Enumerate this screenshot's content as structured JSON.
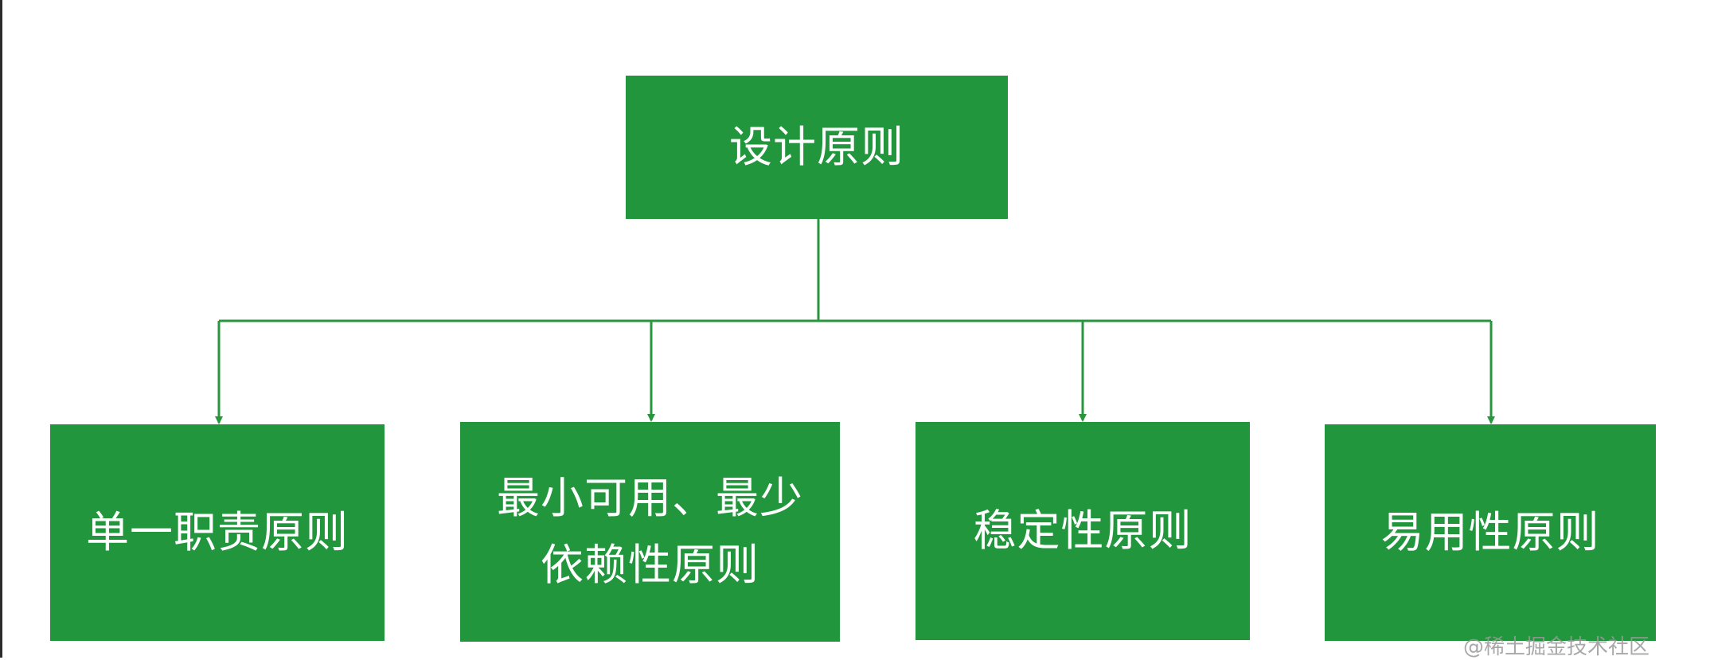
{
  "colors": {
    "node_fill": "#21963c",
    "connector": "#27963c",
    "node_text": "#ffffff"
  },
  "diagram": {
    "root": {
      "label": "设计原则"
    },
    "children": [
      {
        "lines": [
          "单一职责原则"
        ]
      },
      {
        "lines": [
          "最小可用、最少",
          "依赖性原则"
        ]
      },
      {
        "lines": [
          "稳定性原则"
        ]
      },
      {
        "lines": [
          "易用性原则"
        ]
      }
    ]
  },
  "watermark": "@稀土掘金技术社区"
}
